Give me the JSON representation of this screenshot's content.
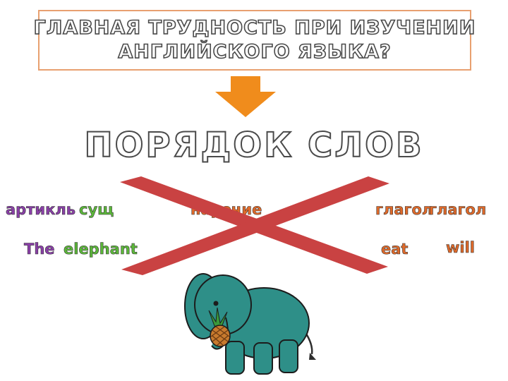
{
  "header": {
    "title_line1": "ГЛАВНАЯ ТРУДНОСТЬ ПРИ ИЗУЧЕНИИ",
    "title_line2": "АНГЛИЙСКОГО ЯЗЫКА?"
  },
  "subtitle": "ПОРЯДОК СЛОВ",
  "parts_of_speech": [
    {
      "label": "артикль",
      "color": "#8a3fa8"
    },
    {
      "label": "сущ",
      "color": "#5cb83a"
    },
    {
      "label": "наречие",
      "color": "#e06a2a"
    },
    {
      "label": "глагол",
      "color": "#e06a2a"
    },
    {
      "label": "глагол",
      "color": "#e06a2a"
    }
  ],
  "words": [
    {
      "text": "The",
      "color": "#8a3fa8"
    },
    {
      "text": "elephant",
      "color": "#5cb83a"
    },
    {
      "text": "eat",
      "color": "#e06a2a"
    },
    {
      "text": "will",
      "color": "#e06a2a"
    }
  ],
  "colors": {
    "arrow": "#f08c1c",
    "cross": "#c94242",
    "elephant": "#2e8f88",
    "pineapple": "#c87a2e"
  },
  "icons": {
    "arrow": "down-arrow-icon",
    "cross": "cross-out-icon",
    "elephant": "elephant-illustration"
  }
}
